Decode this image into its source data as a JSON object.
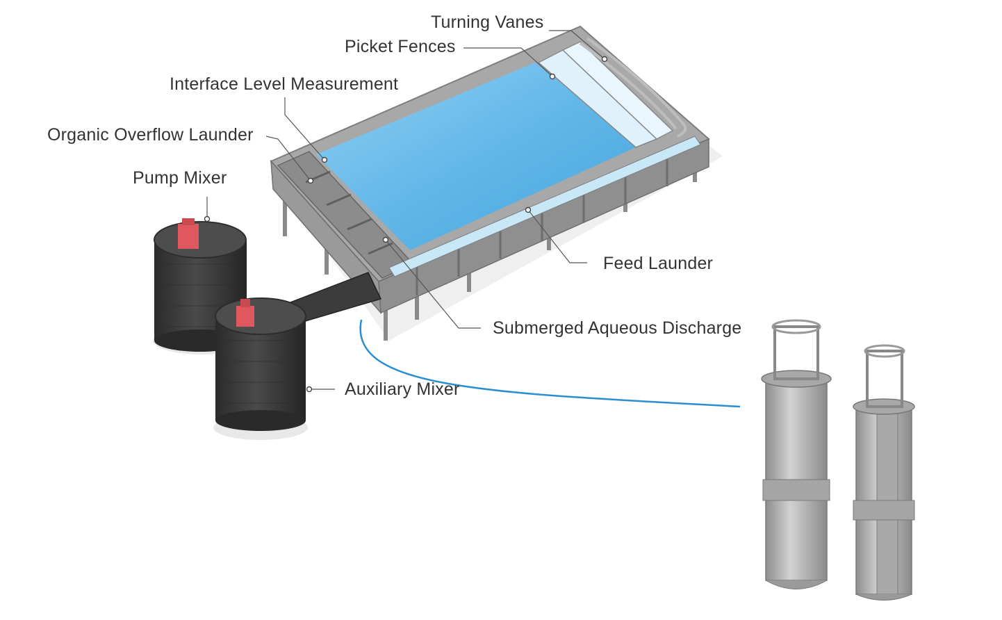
{
  "labels": {
    "turning_vanes": "Turning Vanes",
    "picket_fences": "Picket Fences",
    "interface_level_measurement": "Interface Level Measurement",
    "organic_overflow_launder": "Organic Overflow Launder",
    "pump_mixer": "Pump Mixer",
    "feed_launder": "Feed Launder",
    "submerged_aqueous_discharge": "Submerged Aqueous Discharge",
    "auxiliary_mixer": "Auxiliary Mixer"
  },
  "colors": {
    "label_text": "#333333",
    "leader_line": "#555555",
    "settler_liquid": "#5fb8ec",
    "settler_frame": "#9a9a9a",
    "mixer_body": "#3b3b3b",
    "mixer_cap": "#e0585f",
    "connector_curve": "#2a8fd0",
    "column_body": "#b9b9b9"
  }
}
